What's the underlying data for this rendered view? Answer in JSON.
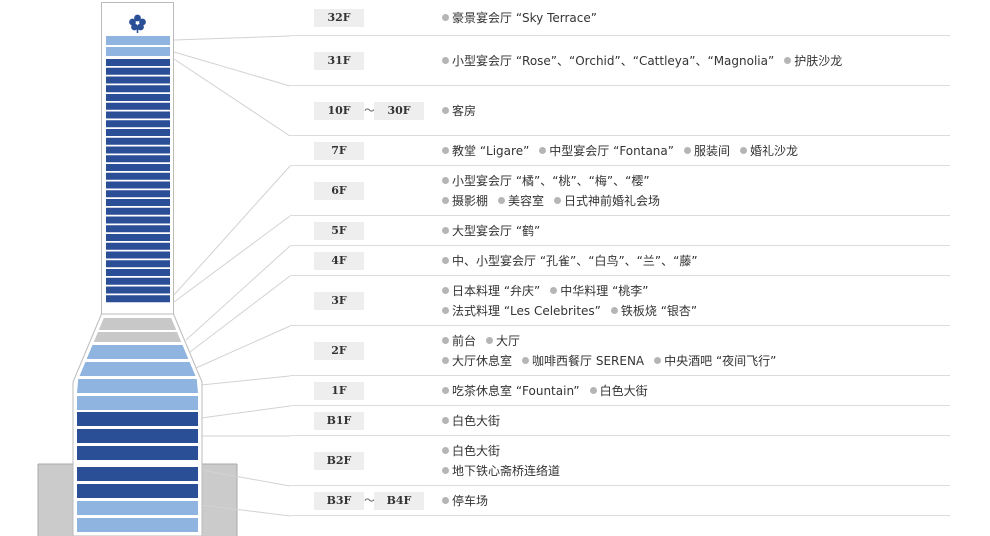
{
  "colors": {
    "dark_floor": "#2b4f97",
    "light_floor": "#8fb4e0",
    "gray_floor": "#c8c8c8",
    "ground": "#cbcbcb",
    "floor_tag_bg": "#eeeeee",
    "bullet": "#b5b5b5",
    "logo": "#2b4f97"
  },
  "building": {
    "logo": "flower-emblem",
    "tower_floor_count": 30
  },
  "floors": [
    {
      "tag": "32F",
      "lines": [
        [
          "豪景宴会厅 “Sky Terrace”"
        ]
      ]
    },
    {
      "tag": "31F",
      "lines": [
        [
          "小型宴会厅 “Rose”、“Orchid”、“Cattleya”、“Magnolia”",
          "护肤沙龙"
        ]
      ]
    },
    {
      "tag": "10F",
      "tag2": "30F",
      "sep": "～",
      "lines": [
        [
          "客房"
        ]
      ]
    },
    {
      "tag": "7F",
      "lines": [
        [
          "教堂 “Ligare”",
          "中型宴会厅 “Fontana”",
          "服装间",
          "婚礼沙龙"
        ]
      ]
    },
    {
      "tag": "6F",
      "lines": [
        [
          "小型宴会厅 “橘”、“桃”、“梅”、“樱”"
        ],
        [
          "摄影棚",
          "美容室",
          "日式神前婚礼会场"
        ]
      ]
    },
    {
      "tag": "5F",
      "lines": [
        [
          "大型宴会厅 “鹤”"
        ]
      ]
    },
    {
      "tag": "4F",
      "lines": [
        [
          "中、小型宴会厅 “孔雀”、“白鸟”、“兰”、“藤”"
        ]
      ]
    },
    {
      "tag": "3F",
      "lines": [
        [
          "日本料理 “弁庆”",
          "中华料理 “桃李”"
        ],
        [
          "法式料理 “Les Celebrites”",
          "铁板烧 “银杏”"
        ]
      ]
    },
    {
      "tag": "2F",
      "lines": [
        [
          "前台",
          "大厅"
        ],
        [
          "大厅休息室",
          "咖啡西餐厅 SERENA",
          "中央酒吧 “夜间飞行”"
        ]
      ]
    },
    {
      "tag": "1F",
      "lines": [
        [
          "吃茶休息室 “Fountain”",
          "白色大街"
        ]
      ]
    },
    {
      "tag": "B1F",
      "lines": [
        [
          "白色大街"
        ]
      ]
    },
    {
      "tag": "B2F",
      "lines": [
        [
          "白色大街"
        ],
        [
          "地下铁心斋桥连络道"
        ]
      ]
    },
    {
      "tag": "B3F",
      "tag2": "B4F",
      "sep": "～",
      "lines": [
        [
          "停车场"
        ]
      ]
    }
  ]
}
